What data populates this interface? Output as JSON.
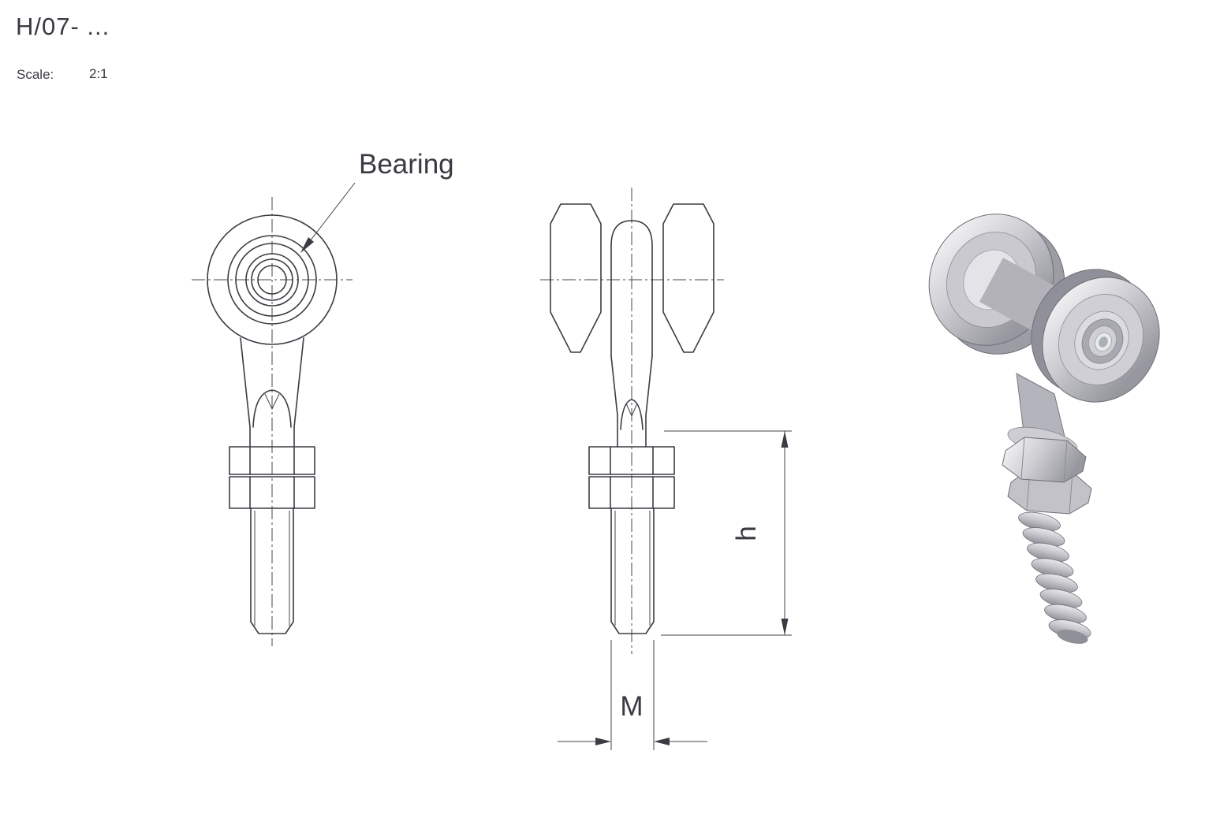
{
  "title": "H/07- ...",
  "scale": {
    "label": "Scale:",
    "value": "2:1"
  },
  "annotations": {
    "bearing_label": "Bearing",
    "dim_height": "h",
    "dim_thread": "M"
  },
  "colors": {
    "background": "#ffffff",
    "line": "#3b3b43",
    "metal_light": "#f4f4f6",
    "metal_mid": "#c6c6cc",
    "metal_dark": "#87878f"
  }
}
